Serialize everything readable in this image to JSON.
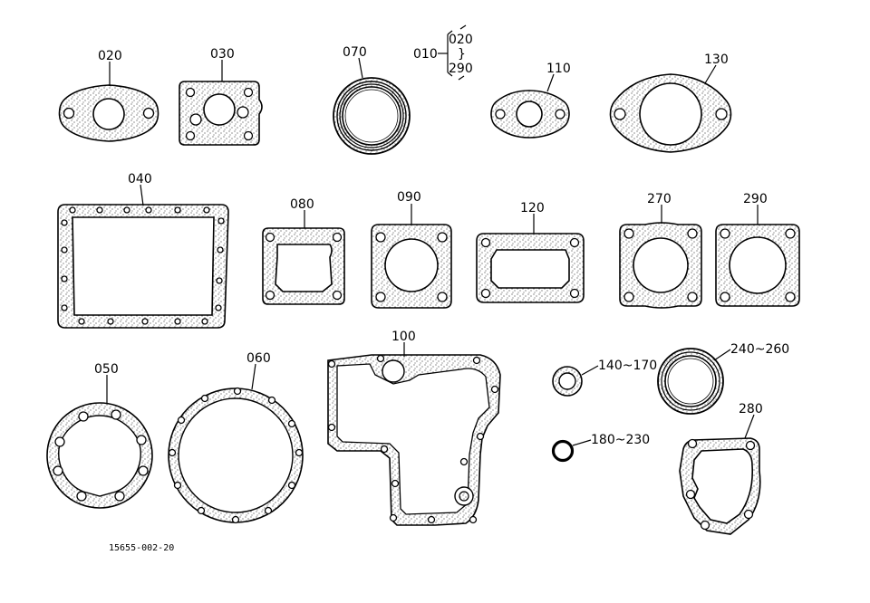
{
  "labels": {
    "p020": "020",
    "p030": "030",
    "p070": "070",
    "p010": "010",
    "range_top": "020",
    "range_tilde": "}",
    "range_bottom": "290",
    "p110": "110",
    "p130": "130",
    "p040": "040",
    "p080": "080",
    "p090": "090",
    "p120": "120",
    "p270": "270",
    "p290": "290",
    "p050": "050",
    "p060": "060",
    "p100": "100",
    "p140": "140~170",
    "p180": "180~230",
    "p240": "240~260",
    "p280": "280"
  },
  "drawing_code": "15655-002-20",
  "colors": {
    "ink": "#000000",
    "paper": "#ffffff"
  }
}
